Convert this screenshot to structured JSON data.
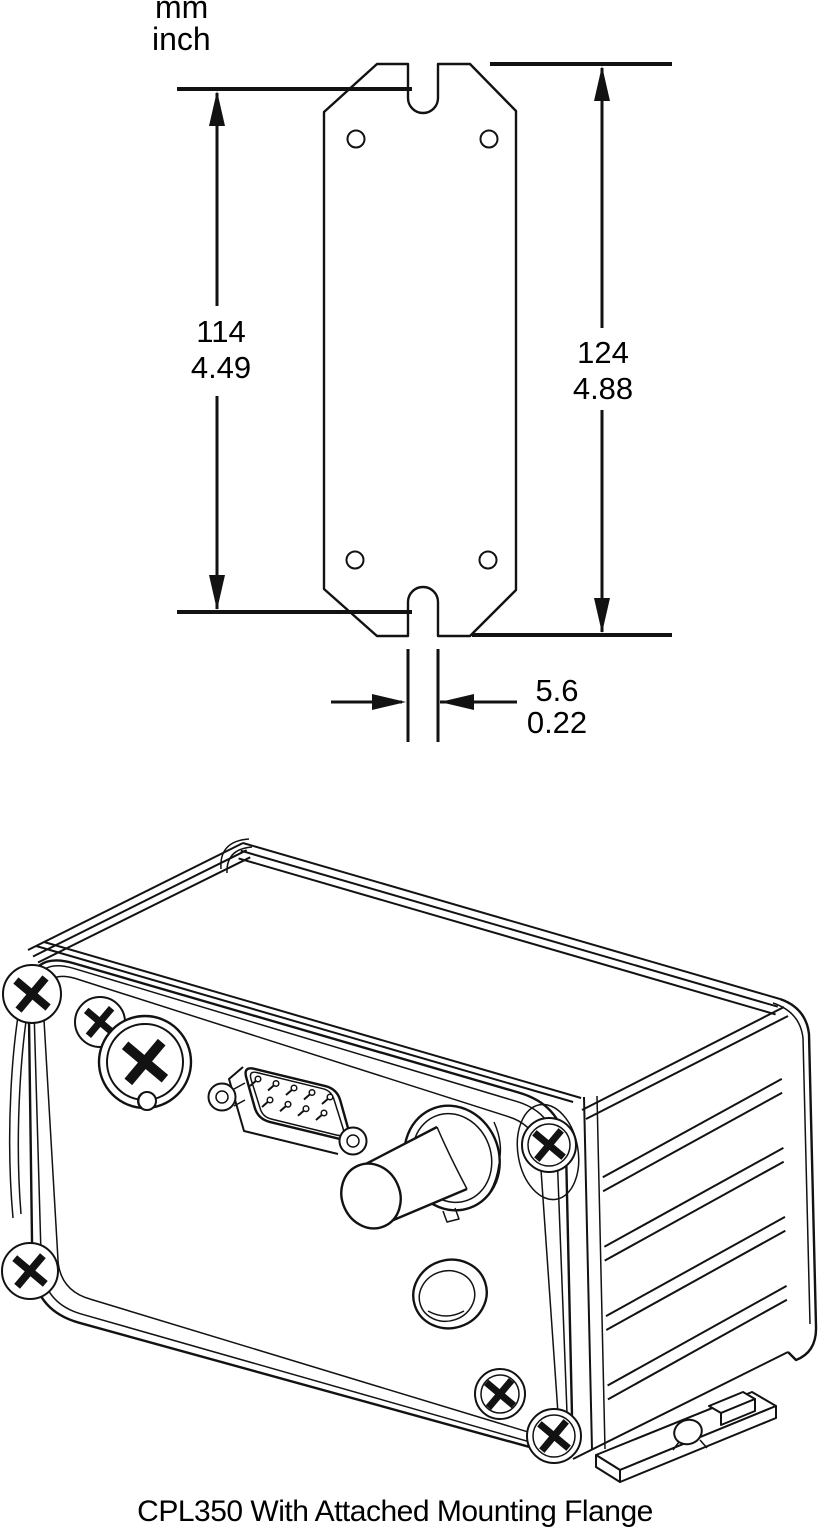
{
  "colors": {
    "background": "#ffffff",
    "line": "#121212"
  },
  "units_label": {
    "mm": "mm",
    "inch": "inch"
  },
  "flange_drawing": {
    "dim_height": {
      "mm": "114",
      "inch": "4.49"
    },
    "dim_overall": {
      "mm": "124",
      "inch": "4.88"
    },
    "dim_slot": {
      "mm": "5.6",
      "inch": "0.22"
    }
  },
  "caption": "CPL350 With Attached Mounting Flange"
}
